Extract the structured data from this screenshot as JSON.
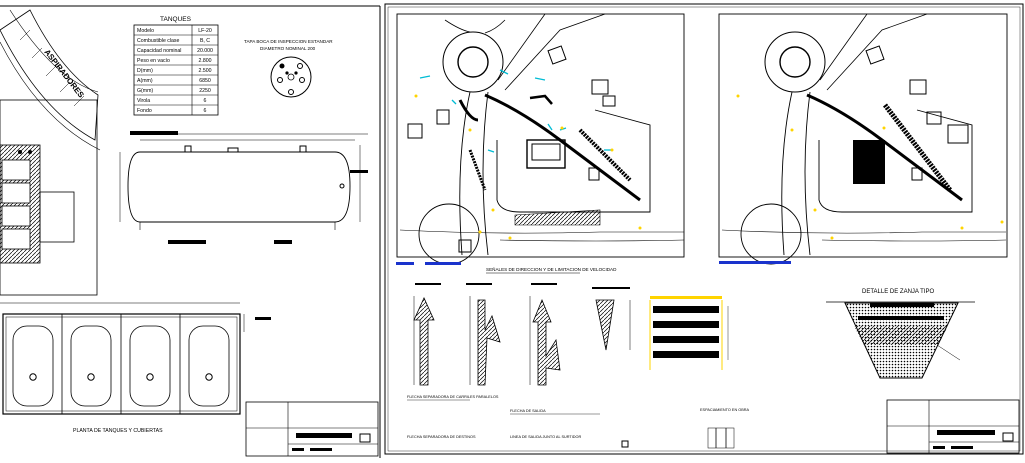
{
  "sheet_left": {
    "tank_table": {
      "title": "TANQUES",
      "rows": [
        {
          "label": "Modelo",
          "value": "LF-20"
        },
        {
          "label": "Combustible clase",
          "value": "B, C"
        },
        {
          "label": "Capacidad nominal",
          "value": "20.000"
        },
        {
          "label": "Peso en vacío",
          "value": "2.800"
        },
        {
          "label": "D(mm)",
          "value": "2.500"
        },
        {
          "label": "A(mm)",
          "value": "6850"
        },
        {
          "label": "G(mm)",
          "value": "2250"
        },
        {
          "label": "Virola",
          "value": "6"
        },
        {
          "label": "Fondo",
          "value": "6"
        }
      ]
    },
    "inspection_note": {
      "line1": "TAPA BOCA DE INSPECCION ESTANDAR",
      "line2": "DIAMETRO NOMINAL 200"
    },
    "aspirador_label": "ASPIRADORES",
    "plan_caption": "PLANTA DE TANQUES Y CUBIERTAS"
  },
  "sheet_right": {
    "signage_title": "SEÑALES DE DIRECCION Y DE LIMITACION DE VELOCIDAD",
    "trench_title": "DETALLE DE ZANJA TIPO",
    "notes": {
      "n1": "FLECHA SEPARADORA DE CARRILES PARALELOS",
      "n2": "FLECHA DE SALIDA",
      "n3": "LINEA DE SALIDA JUNTO AL SURTIDOR",
      "n4": "FLECHA SEPARADORA DE DESTINOS",
      "n5": "ESPACIAMIENTO EN OBRA"
    }
  }
}
